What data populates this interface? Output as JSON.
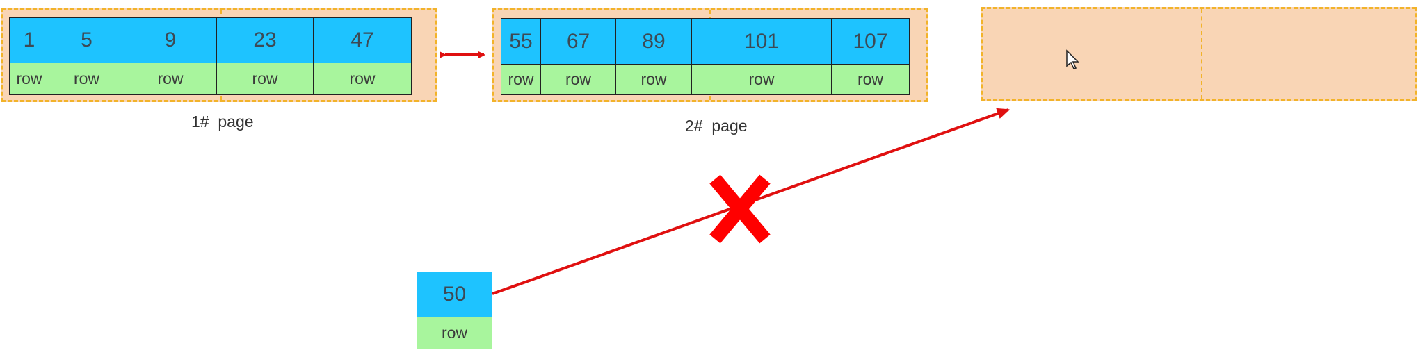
{
  "pages": [
    {
      "caption": "1#  page",
      "records": [
        {
          "key": "1",
          "row": "row"
        },
        {
          "key": "5",
          "row": "row"
        },
        {
          "key": "9",
          "row": "row"
        },
        {
          "key": "23",
          "row": "row"
        },
        {
          "key": "47",
          "row": "row"
        }
      ]
    },
    {
      "caption": "2#  page",
      "records": [
        {
          "key": "55",
          "row": "row"
        },
        {
          "key": "67",
          "row": "row"
        },
        {
          "key": "89",
          "row": "row"
        },
        {
          "key": "101",
          "row": "row"
        },
        {
          "key": "107",
          "row": "row"
        }
      ]
    }
  ],
  "new_record": {
    "key": "50",
    "row": "row"
  },
  "colors": {
    "key_fill": "#1ec3ff",
    "row_fill": "#a8f59d",
    "page_fill": "#f9d5b5",
    "page_border": "#f2b32a",
    "arrow": "#e01010"
  },
  "icons": [
    "double-arrow-icon",
    "red-x-icon",
    "cursor-icon"
  ]
}
